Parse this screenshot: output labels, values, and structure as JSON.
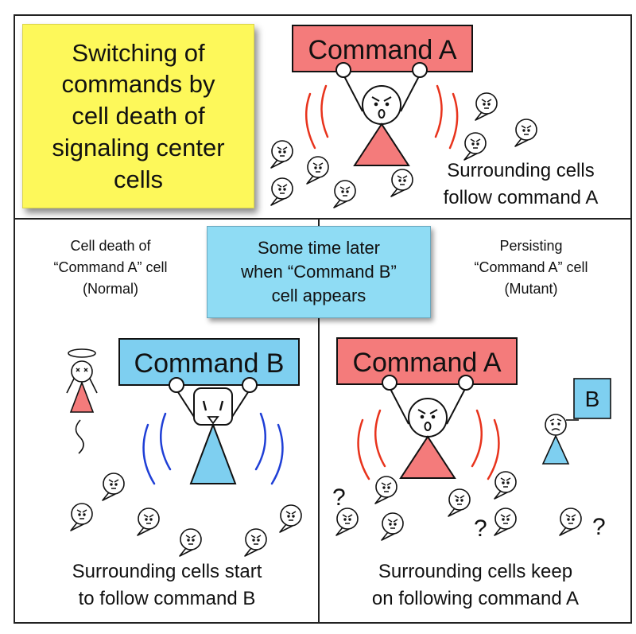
{
  "title_note": {
    "text": "Switching of\ncommands by\ncell death of\nsignaling center\ncells",
    "color": "#fdf85a"
  },
  "time_note": {
    "text": "Some time later\nwhen “Command B”\ncell appears",
    "color": "#8fdcf4"
  },
  "panel_top": {
    "sign_label": "Command A",
    "caption": "Surrounding cells\nfollow command A"
  },
  "panel_left": {
    "header": "Cell death of\n“Command A” cell\n(Normal)",
    "sign_label": "Command B",
    "caption": "Surrounding cells start\nto follow command B"
  },
  "panel_right": {
    "header": "Persisting\n“Command A” cell\n(Mutant)",
    "sign_label": "Command A",
    "mini_sign_label": "B",
    "question_mark": "?",
    "caption": "Surrounding cells keep\non following command A"
  },
  "colors": {
    "command_a_red": "#f47b7b",
    "command_b_blue": "#7ecff0",
    "wave_red": "#e8331c",
    "wave_blue": "#1f3fd6",
    "panel_border": "#222222"
  }
}
